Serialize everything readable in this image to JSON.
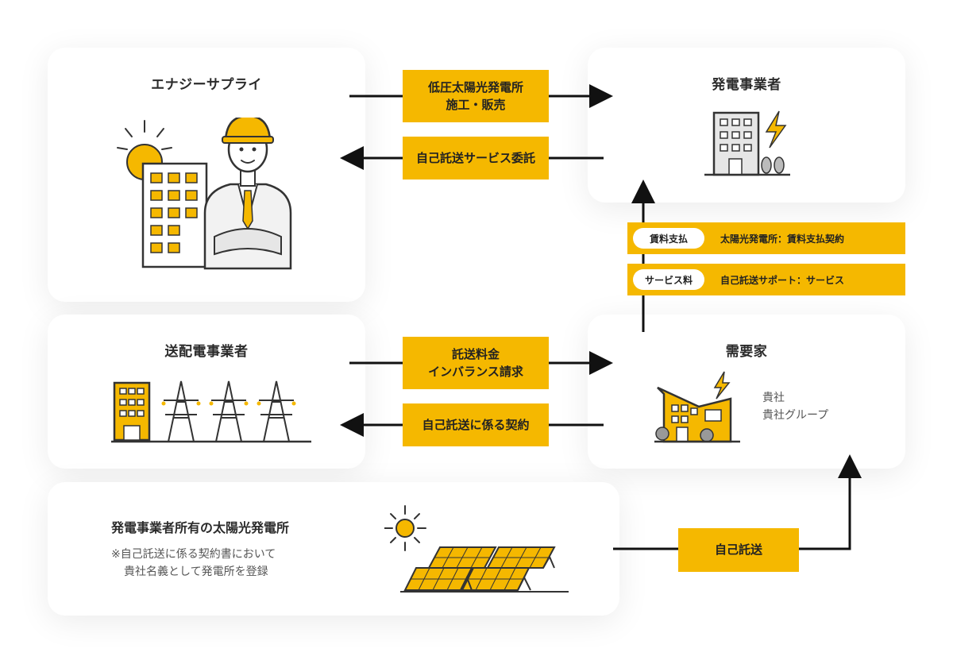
{
  "nodes": {
    "energy_supply": {
      "title": "エナジーサプライ"
    },
    "generator": {
      "title": "発電事業者"
    },
    "transmission": {
      "title": "送配電事業者"
    },
    "consumer": {
      "title": "需要家",
      "lines": [
        "貴社",
        "貴社グループ"
      ]
    },
    "plant": {
      "title": "発電事業者所有の太陽光発電所",
      "note_lines": [
        "※自己託送に係る契約書において",
        "貴社名義として発電所を登録"
      ]
    }
  },
  "edges": {
    "construction": {
      "lines": [
        "低圧太陽光発電所",
        "施工・販売"
      ]
    },
    "service_contract": {
      "label": "自己託送サービス委託"
    },
    "wheeling_fee": {
      "lines": [
        "託送料金",
        "インバランス請求"
      ]
    },
    "wheeling_contract": {
      "label": "自己託送に係る契約"
    },
    "self_wheeling": {
      "label": "自己託送"
    }
  },
  "payments": [
    {
      "tag": "賃料支払",
      "text": "太陽光発電所：賃料支払契約"
    },
    {
      "tag": "サービス料",
      "text": "自己託送サポート：サービス"
    }
  ],
  "colors": {
    "accent": "#f5b800",
    "line": "#111111",
    "card": "#ffffff"
  }
}
